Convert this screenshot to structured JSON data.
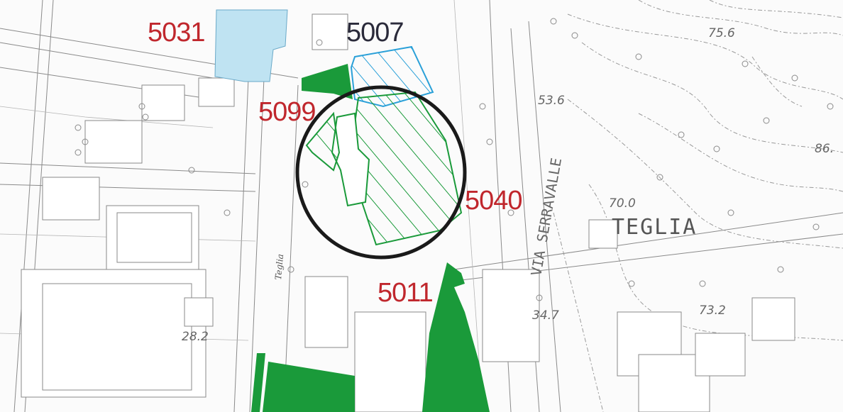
{
  "map": {
    "parcels": [
      {
        "id": "5031",
        "color": "#c0272d"
      },
      {
        "id": "5007",
        "color": "#2a2a3a"
      },
      {
        "id": "5099",
        "color": "#c0272d"
      },
      {
        "id": "5040",
        "color": "#c0272d"
      },
      {
        "id": "5011",
        "color": "#c0272d"
      }
    ],
    "elevations": [
      "75.6",
      "53.6",
      "86.",
      "70.0",
      "73.2",
      "34.7",
      "28.2"
    ],
    "place_name": "TEGLIA",
    "streets": {
      "via_serravalle": "VIA SERRAVALLE",
      "teglia": "Teglia"
    },
    "colors": {
      "green_zone": "#1a9a3a",
      "blue_zone": "#bfe3f2",
      "blue_hatch": "#2aa0d8",
      "highlight_circle": "#1a1a1a"
    }
  }
}
